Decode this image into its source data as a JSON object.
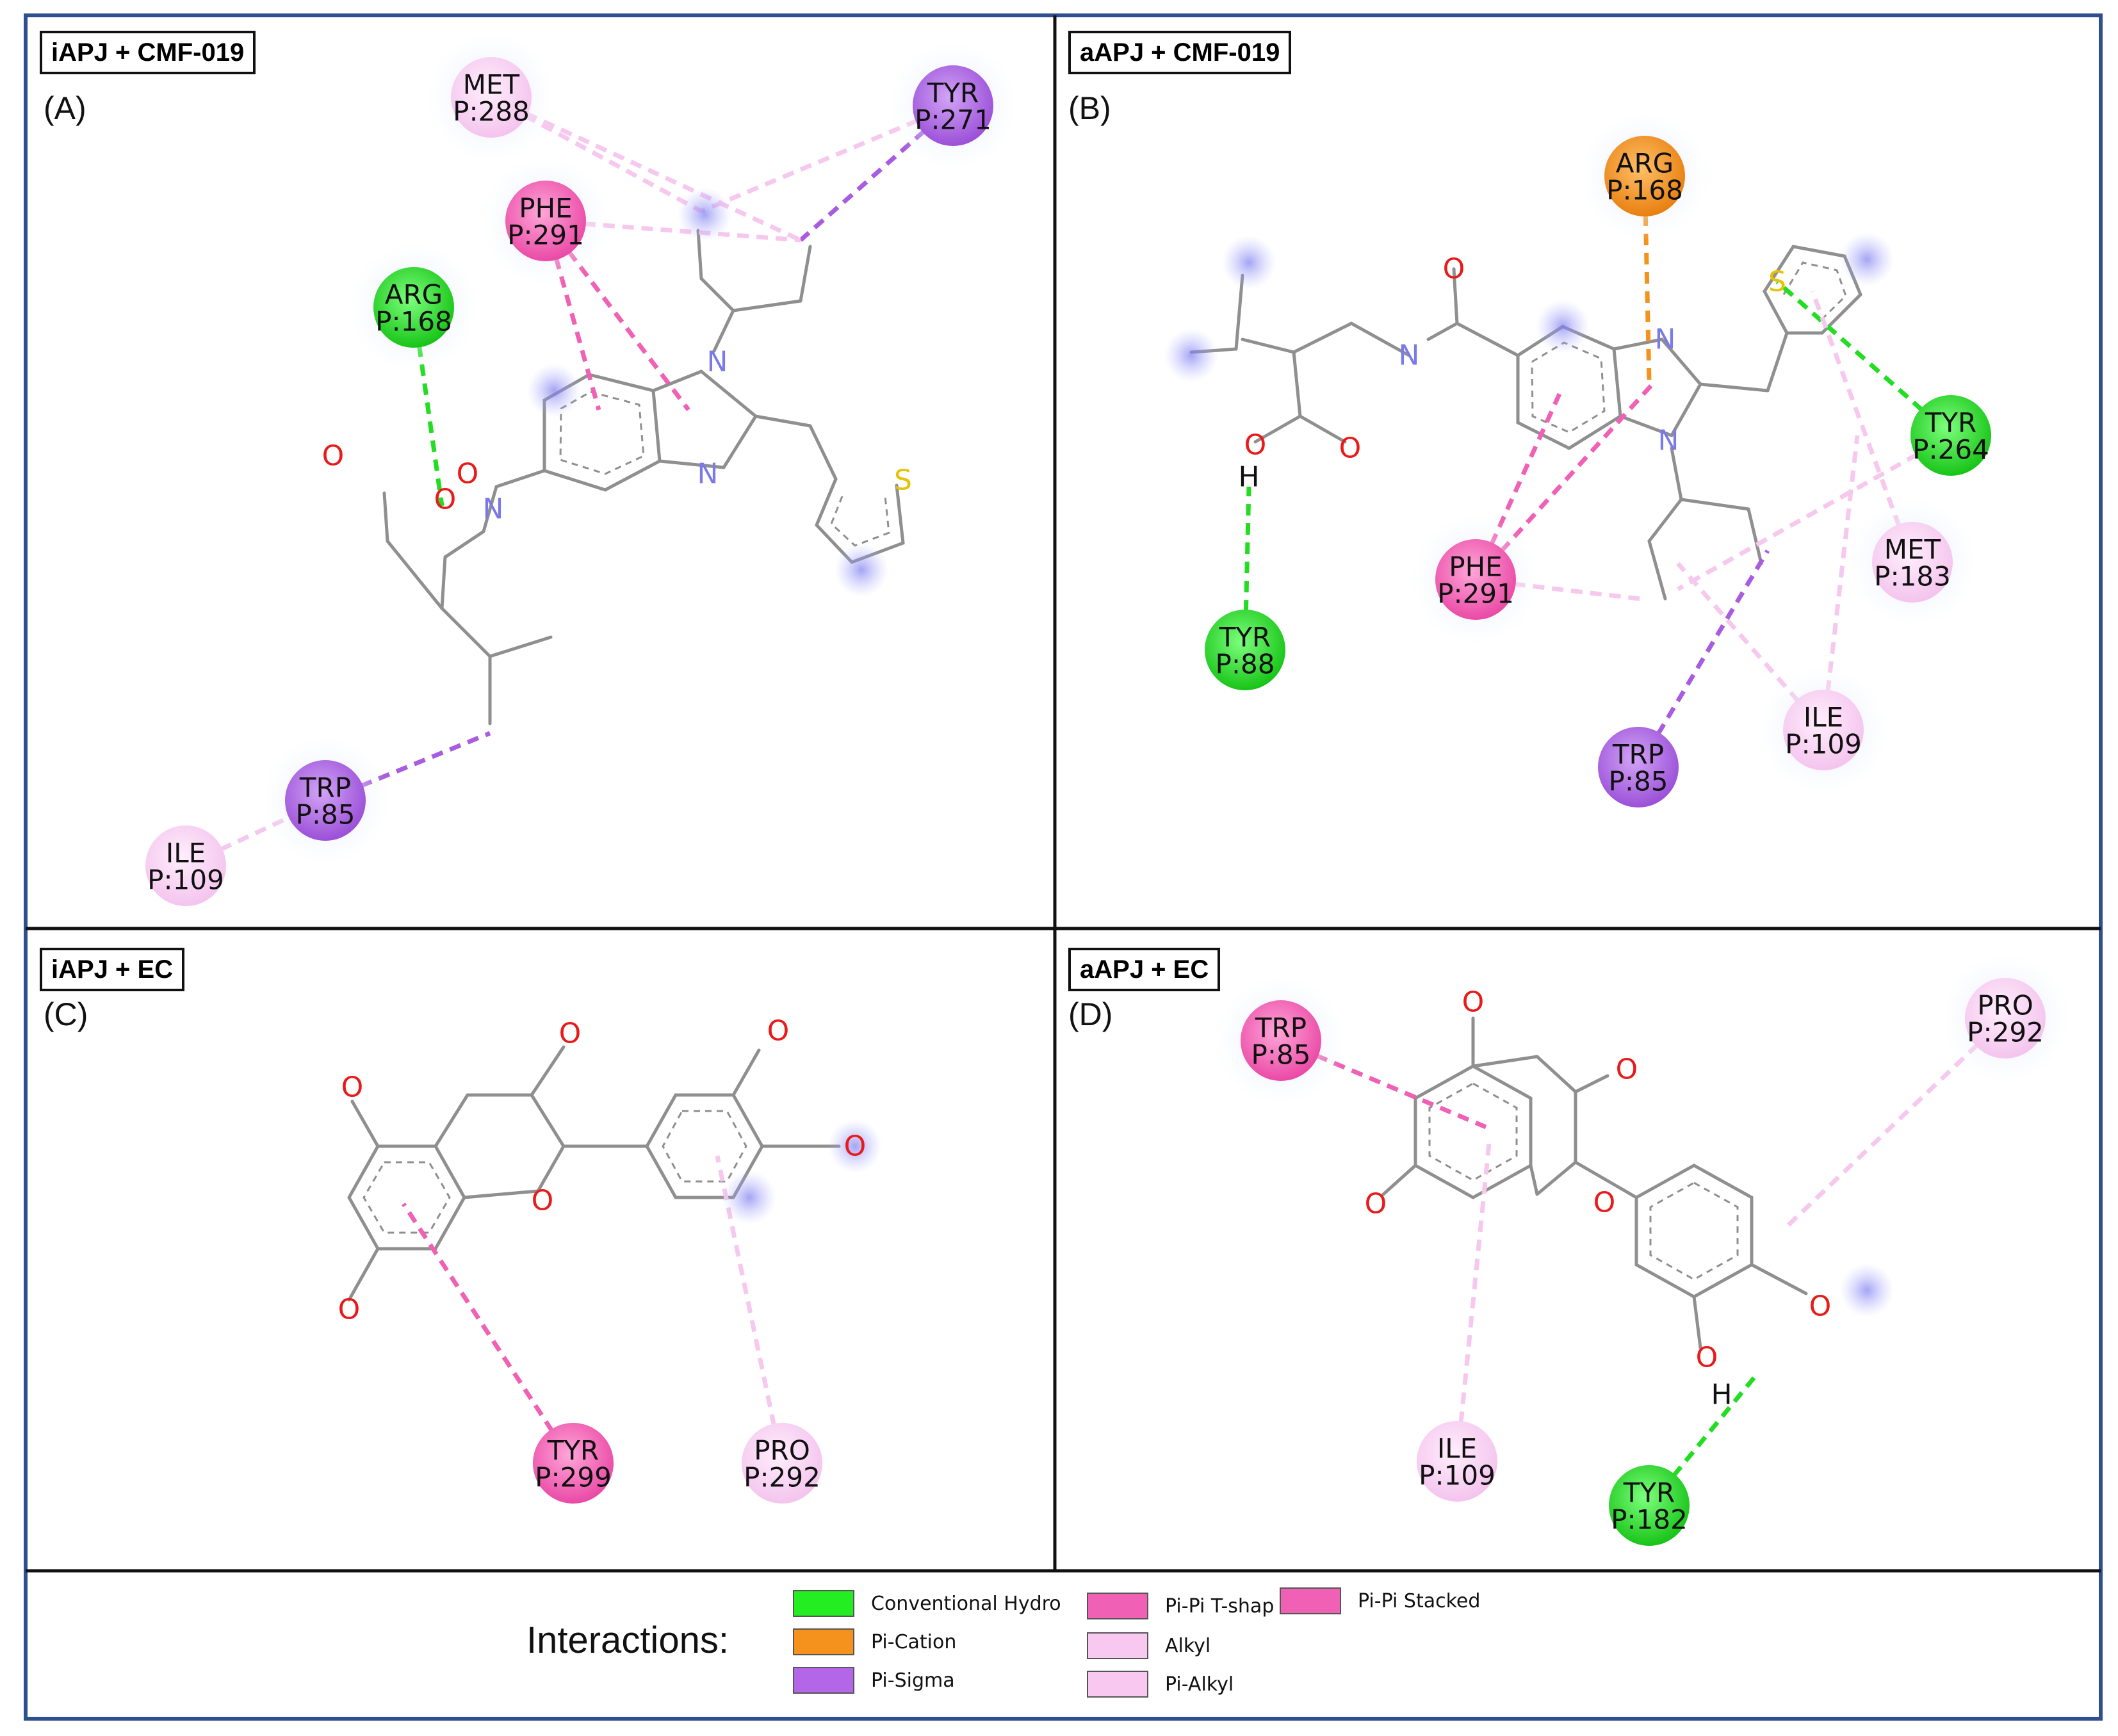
{
  "colors": {
    "hbond": "#22dd22",
    "pi_cation": "#f5921e",
    "pi_sigma": "#a85ce0",
    "pi_pi_tshaped": "#f060b4",
    "alkyl": "#f6c8ee",
    "pi_alkyl": "#f2b7ec",
    "pi_stacked": "#f060b4",
    "bond": "#8f8f8f",
    "nitrogen": "#7a7ae8",
    "oxygen": "#e81a1a",
    "sulfur": "#e6c200",
    "border": "#2f4f8f"
  },
  "panels": [
    {
      "id": "A",
      "badge": "iAPJ + CMF-019",
      "letter": "(A)"
    },
    {
      "id": "B",
      "badge": "aAPJ + CMF-019",
      "letter": "(B)"
    },
    {
      "id": "C",
      "badge": "iAPJ + EC",
      "letter": "(C)"
    },
    {
      "id": "D",
      "badge": "aAPJ + EC",
      "letter": "(D)"
    }
  ],
  "residues": [
    {
      "panel": "A",
      "name": "MET",
      "chain": "P:288",
      "type": "alkyl"
    },
    {
      "panel": "A",
      "name": "TYR",
      "chain": "P:271",
      "type": "pi_sigma"
    },
    {
      "panel": "A",
      "name": "PHE",
      "chain": "P:291",
      "type": "pi_pi_tshaped"
    },
    {
      "panel": "A",
      "name": "ARG",
      "chain": "P:168",
      "type": "hbond"
    },
    {
      "panel": "A",
      "name": "TRP",
      "chain": "P:85",
      "type": "pi_sigma"
    },
    {
      "panel": "A",
      "name": "ILE",
      "chain": "P:109",
      "type": "alkyl"
    },
    {
      "panel": "B",
      "name": "ARG",
      "chain": "P:168",
      "type": "pi_cation"
    },
    {
      "panel": "B",
      "name": "TYR",
      "chain": "P:264",
      "type": "hbond"
    },
    {
      "panel": "B",
      "name": "TYR",
      "chain": "P:88",
      "type": "hbond"
    },
    {
      "panel": "B",
      "name": "PHE",
      "chain": "P:291",
      "type": "pi_pi_tshaped"
    },
    {
      "panel": "B",
      "name": "MET",
      "chain": "P:183",
      "type": "alkyl"
    },
    {
      "panel": "B",
      "name": "ILE",
      "chain": "P:109",
      "type": "alkyl"
    },
    {
      "panel": "B",
      "name": "TRP",
      "chain": "P:85",
      "type": "pi_sigma"
    },
    {
      "panel": "C",
      "name": "TYR",
      "chain": "P:299",
      "type": "pi_pi_tshaped"
    },
    {
      "panel": "C",
      "name": "PRO",
      "chain": "P:292",
      "type": "alkyl"
    },
    {
      "panel": "D",
      "name": "TRP",
      "chain": "P:85",
      "type": "pi_pi_tshaped"
    },
    {
      "panel": "D",
      "name": "PRO",
      "chain": "P:292",
      "type": "alkyl"
    },
    {
      "panel": "D",
      "name": "ILE",
      "chain": "P:109",
      "type": "alkyl"
    },
    {
      "panel": "D",
      "name": "TYR",
      "chain": "P:182",
      "type": "hbond"
    }
  ],
  "atom_labels": {
    "nitrogen": "N",
    "oxygen": "O",
    "sulfur": "S",
    "hydrogen": "H"
  },
  "legend": {
    "title": "Interactions:",
    "items": [
      {
        "label": "Conventional Hydro",
        "color": "#22ee22"
      },
      {
        "label": "Pi-Cation",
        "color": "#f5921e"
      },
      {
        "label": "Pi-Sigma",
        "color": "#b466e8"
      },
      {
        "label": "Pi-Pi T-shap",
        "color": "#f060b4"
      },
      {
        "label": "Alkyl",
        "color": "#f8c8f0"
      },
      {
        "label": "Pi-Alkyl",
        "color": "#f8c8f0"
      },
      {
        "label": "Pi-Pi Stacked",
        "color": "#f060b4"
      }
    ]
  }
}
